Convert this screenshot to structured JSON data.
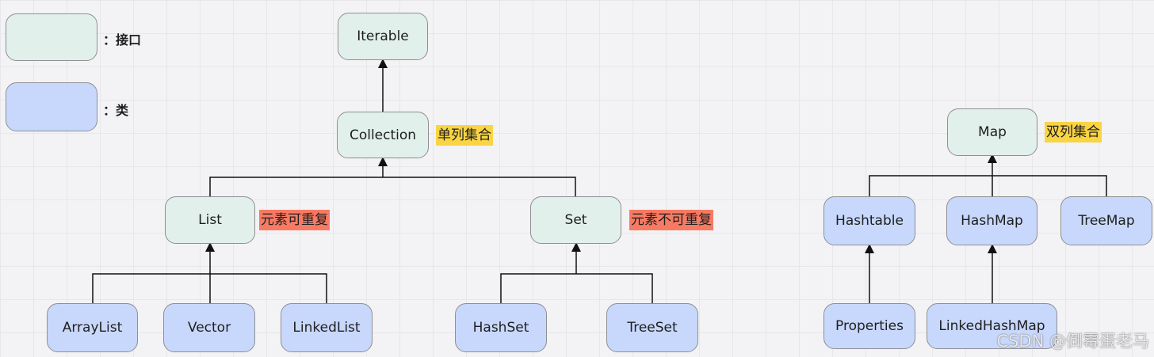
{
  "legend": {
    "interface_label": "：接口",
    "class_label": "：类"
  },
  "nodes": {
    "iterable": "Iterable",
    "collection": "Collection",
    "list": "List",
    "set": "Set",
    "arraylist": "ArrayList",
    "vector": "Vector",
    "linkedlist": "LinkedList",
    "hashset": "HashSet",
    "treeset": "TreeSet",
    "map": "Map",
    "hashtable": "Hashtable",
    "hashmap": "HashMap",
    "treemap": "TreeMap",
    "properties": "Properties",
    "linkedhashmap": "LinkedHashMap"
  },
  "tags": {
    "single_column": "单列集合",
    "list_note": "元素可重复",
    "set_note": "元素不可重复",
    "double_column": "双列集合"
  },
  "colors": {
    "interface_fill": "#e1f0ea",
    "class_fill": "#c8d8fc",
    "tag_yellow": "#f9d443",
    "tag_red": "#f87a63"
  },
  "watermark": "CSDN @倒霉蛋老马"
}
